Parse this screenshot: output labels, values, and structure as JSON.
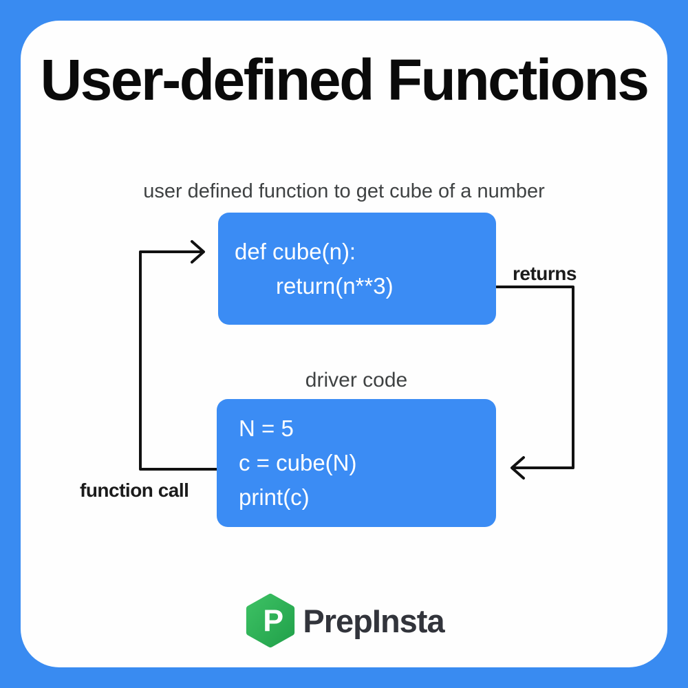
{
  "colors": {
    "frame_blue": "#398BF1",
    "box_blue": "#3B8CF4",
    "card_white": "#FEFEFE",
    "arrow_black": "#111111",
    "logo_green_light": "#3CC063",
    "logo_green_dark": "#22A24B",
    "brand_text": "#32343B",
    "caption_gray": "#3F4243",
    "title_black": "#0A0A0A"
  },
  "title": "User-defined Functions",
  "diagram": {
    "caption": "user defined function to get cube of a number",
    "function_box": {
      "lines": [
        "def cube(n):",
        "return(n**3)"
      ]
    },
    "driver_caption": "driver code",
    "driver_box": {
      "lines": [
        "N = 5",
        "c = cube(N)",
        "print(c)"
      ]
    },
    "label_returns": "returns",
    "label_function_call": "function call"
  },
  "footer": {
    "brand": "PrepInsta"
  }
}
